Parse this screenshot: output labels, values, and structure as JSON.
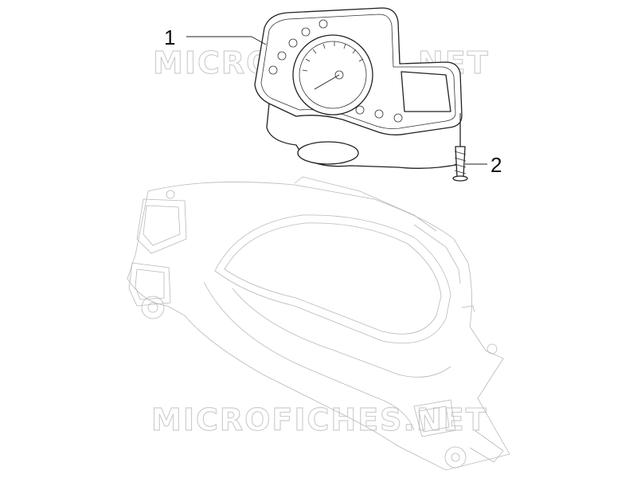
{
  "callouts": [
    {
      "label": "1"
    },
    {
      "label": "2"
    }
  ],
  "watermark": {
    "text": "MICROFICHES.NET"
  }
}
